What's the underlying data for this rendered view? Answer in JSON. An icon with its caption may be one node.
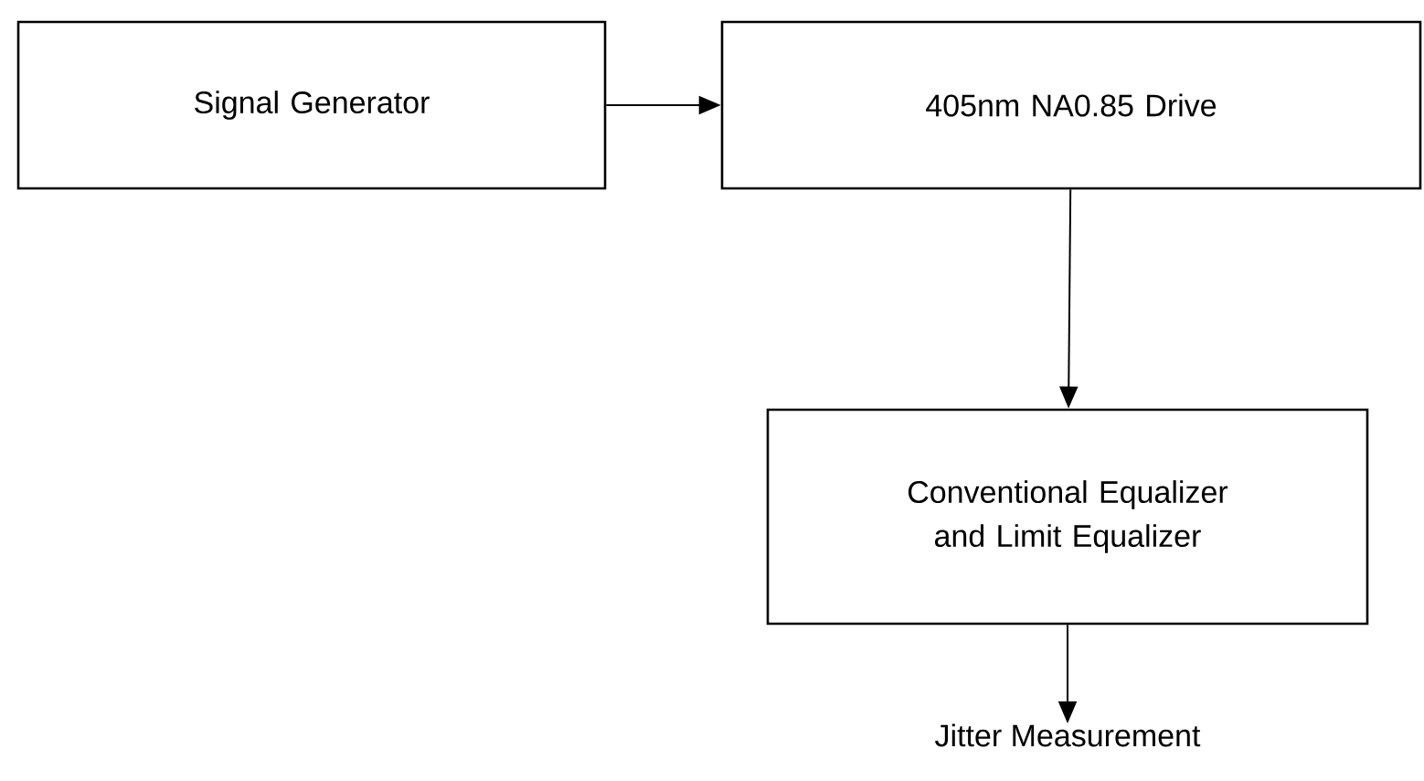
{
  "diagram": {
    "nodes": [
      {
        "text": [
          "Signal Generator"
        ]
      },
      {
        "text": [
          "405nm NA0.85 Drive"
        ]
      },
      {
        "text": [
          "Conventional Equalizer and Limit Equalizer"
        ]
      },
      {
        "text": [
          "Jitter Measurement"
        ]
      }
    ],
    "edges": [
      {
        "from": 0,
        "to": 1,
        "arrow": "to"
      },
      {
        "from": 1,
        "to": 2,
        "arrow": "to"
      },
      {
        "from": 2,
        "to": 3,
        "arrow": "to"
      }
    ]
  }
}
